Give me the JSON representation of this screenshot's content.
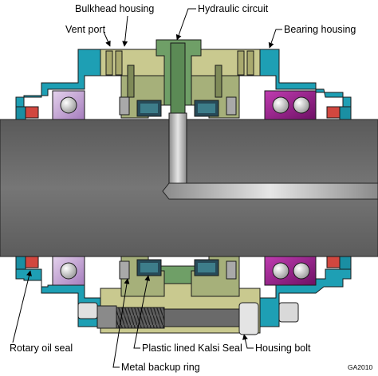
{
  "labels": {
    "bulkhead_housing": "Bulkhead housing",
    "vent_port": "Vent port",
    "hydraulic_circuit": "Hydraulic circuit",
    "bearing_housing": "Bearing housing",
    "rotary_oil_seal": "Rotary oil seal",
    "plastic_lined_kalsi_seal": "Plastic lined Kalsi Seal",
    "housing_bolt": "Housing bolt",
    "metal_backup_ring": "Metal backup ring",
    "figure_id": "GA2010"
  },
  "colors": {
    "shaft": "#6b6b6b",
    "bearing_housing": "#1e9fb4",
    "bulkhead_housing": "#c9c98f",
    "hydraulic_circuit": "#6f9f67",
    "inner_housing": "#a6b07a",
    "bearing_left": "#c8a8d8",
    "bearing_right": "#9c1f8f",
    "rotary_oil_seal": "#d2473f",
    "kalsi_seal": "#274a58",
    "bolt": "#6a6a6a"
  },
  "icons": {
    "leader_arrow": "arrow-head-icon"
  }
}
